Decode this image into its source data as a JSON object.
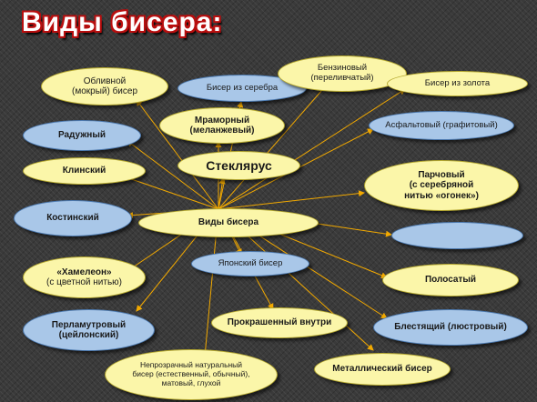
{
  "title": "Виды бисера:",
  "center": "Виды бисера",
  "nodes": {
    "oblivnoy": "Обливной\n(мокрый) бисер",
    "serebro": "Бисер из серебра",
    "benzin": "Бензиновый\n(переливчатый)",
    "zoloto": "Бисер из золота",
    "mramor": "Мраморный\n(меланжевый)",
    "raduzh": "Радужный",
    "asfalt": "Асфальтовый (графитовый)",
    "steklyarus": "Стеклярус",
    "klinsky": "Клинский",
    "parchovy": "Парчовый\n(с серебряной\nнитью «огонек»)",
    "kostinsky": "Костинский",
    "blank": "",
    "yapon": "Японский бисер",
    "hameleon_title": "«Хамелеон»",
    "hameleon_sub": "(с цветной нитью)",
    "polosaty": "Полосатый",
    "perlamutr": "Перламутровый\n(цейлонский)",
    "prokrash": "Прокрашенный внутри",
    "blest": "Блестящий (люстровый)",
    "neprozr": "Непрозрачный натуральный\nбисер (естественный, обычный),\nматовый, глухой",
    "metall": "Металлический бисер"
  }
}
